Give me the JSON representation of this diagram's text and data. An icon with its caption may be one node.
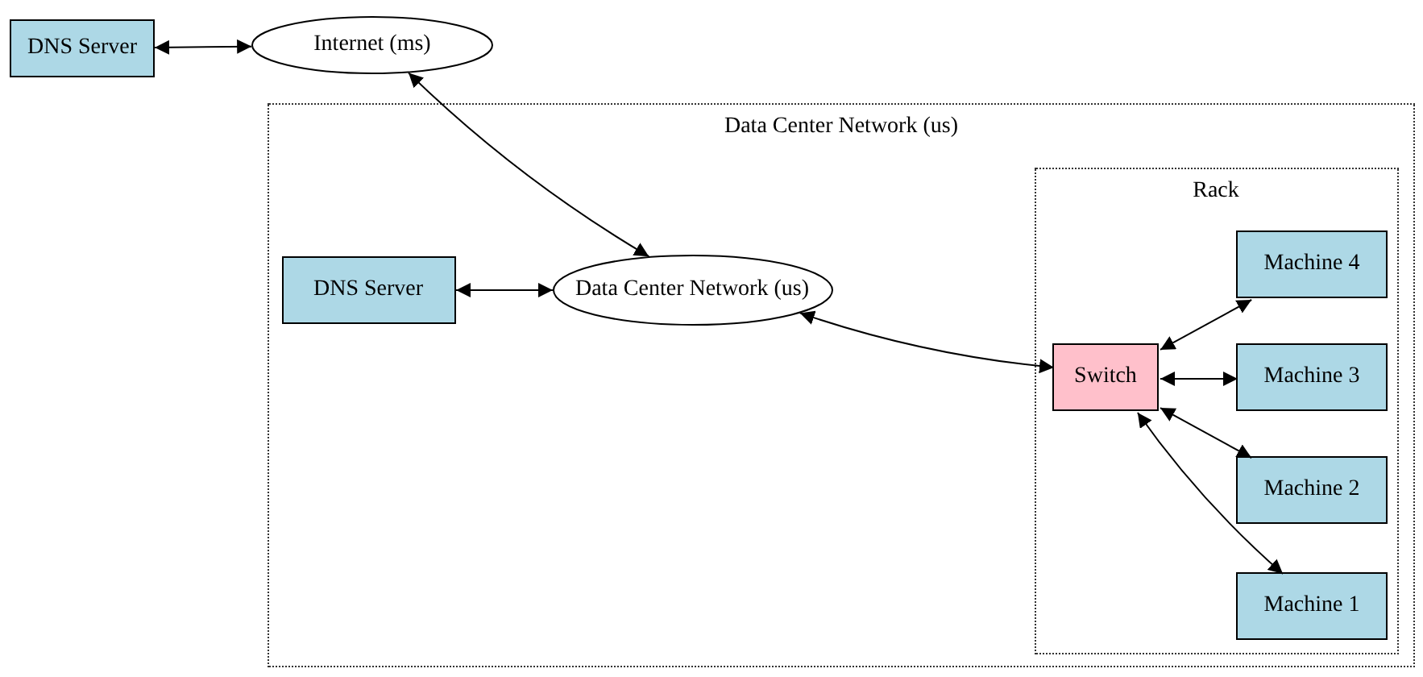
{
  "diagram": {
    "nodes": [
      {
        "text": [
          "DNS Server"
        ]
      },
      {
        "text": [
          "Internet (ms)"
        ]
      },
      {
        "text": [
          "Data Center Network (us)"
        ]
      },
      {
        "text": [
          "DNS Server"
        ],
        "in": 2
      },
      {
        "text": [
          "Data Center Network (us)"
        ],
        "in": 2
      },
      {
        "text": [
          "Rack"
        ],
        "in": 2
      },
      {
        "text": [
          "Switch"
        ],
        "in": 5
      },
      {
        "text": [
          "Machine 4"
        ],
        "in": 5
      },
      {
        "text": [
          "Machine 3"
        ],
        "in": 5
      },
      {
        "text": [
          "Machine 2"
        ],
        "in": 5
      },
      {
        "text": [
          "Machine 1"
        ],
        "in": 5
      }
    ],
    "edges": [
      {
        "from": 0,
        "to": 1,
        "arrow": "both"
      },
      {
        "from": 1,
        "to": 4,
        "arrow": "both"
      },
      {
        "from": 3,
        "to": 4,
        "arrow": "both"
      },
      {
        "from": 4,
        "to": 6,
        "arrow": "both"
      },
      {
        "from": 6,
        "to": 7,
        "arrow": "both"
      },
      {
        "from": 6,
        "to": 8,
        "arrow": "both"
      },
      {
        "from": 6,
        "to": 9,
        "arrow": "both"
      },
      {
        "from": 6,
        "to": 10,
        "arrow": "both"
      }
    ]
  }
}
